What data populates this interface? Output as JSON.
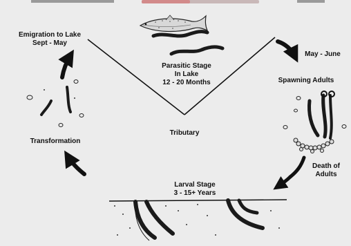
{
  "labels": {
    "emigration": {
      "line1": "Emigration to Lake",
      "line2": "Sept - May"
    },
    "parasitic": {
      "line1": "Parasitic Stage",
      "line2": "In Lake",
      "line3": "12 - 20  Months"
    },
    "may_june": "May - June",
    "spawning": "Spawning Adults",
    "tributary": "Tributary",
    "transformation": "Transformation",
    "death": {
      "line1": "Death of",
      "line2": "Adults"
    },
    "larval": {
      "line1": "Larval Stage",
      "line2": "3 - 15+ Years"
    }
  },
  "colors": {
    "background": "#ececec",
    "arrow": "#111111",
    "fish": "#d8d8d8",
    "lamprey": "#1a1a1a"
  },
  "icons": [
    "fish-icon",
    "lamprey-icon",
    "arrow-icon",
    "egg-icon"
  ]
}
